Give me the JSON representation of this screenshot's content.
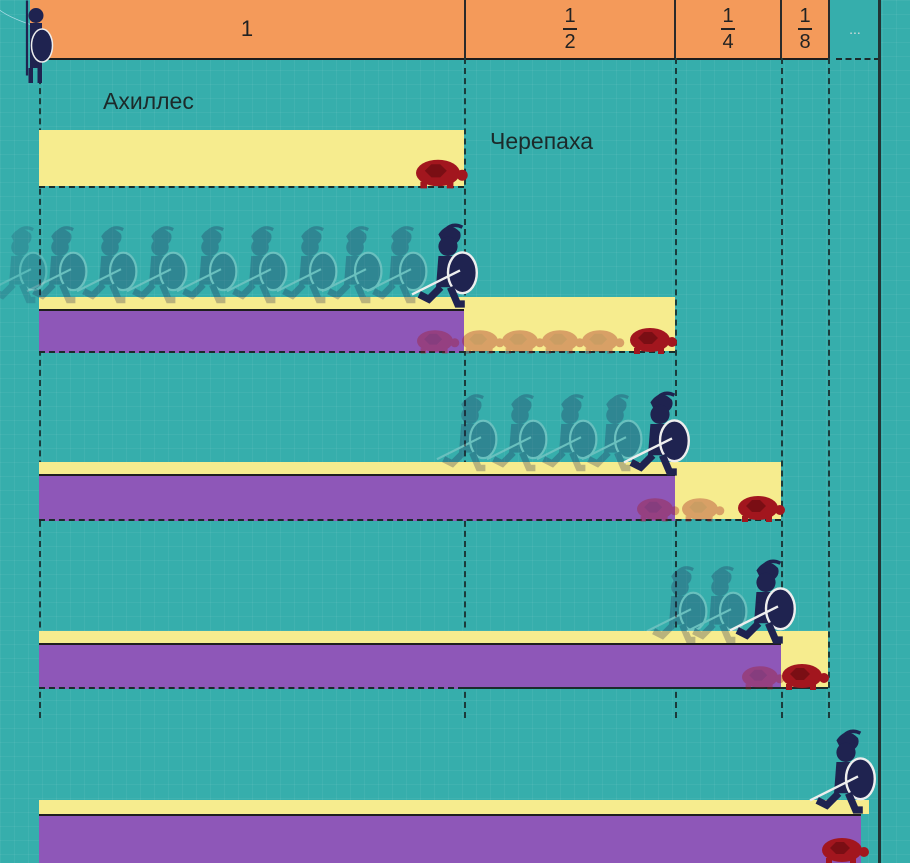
{
  "header": {
    "seg1": "1",
    "seg2": {
      "num": "1",
      "den": "2"
    },
    "seg3": {
      "num": "1",
      "den": "4"
    },
    "seg4": {
      "num": "1",
      "den": "8"
    },
    "more": "..."
  },
  "labels": {
    "achilles": "Ахиллес",
    "tortoise": "Черепаха"
  },
  "colors": {
    "background": "#36aeac",
    "header": "#f49a5a",
    "tortoise_track": "#f6ec8e",
    "achilles_track": "#8e57b8",
    "figure": "#1f2350",
    "tortoise": "#a2161e"
  },
  "icons": [
    "warrior-icon",
    "tortoise-icon"
  ]
}
